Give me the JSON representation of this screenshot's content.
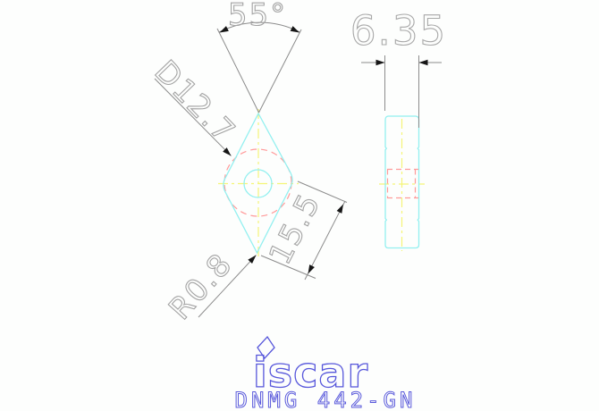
{
  "drawing": {
    "part_number": "DNMG 442-GN",
    "brand": "iscar",
    "dimensions": {
      "angle": "55°",
      "inscribed_circle": "D12.7",
      "edge_length": "15.5",
      "corner_radius": "R0.8",
      "thickness": "6.35"
    },
    "colors": {
      "outline_cyan": "#93f0f0",
      "hidden_red": "#ff9a9a",
      "centerline_yellow": "#f5f578",
      "dimension_gray": "#8c8c8c",
      "dimension_text_gray": "#a3a3a3",
      "arrow_black": "#161616",
      "brand_blue": "#5757db",
      "background": "#fdfefd"
    }
  }
}
